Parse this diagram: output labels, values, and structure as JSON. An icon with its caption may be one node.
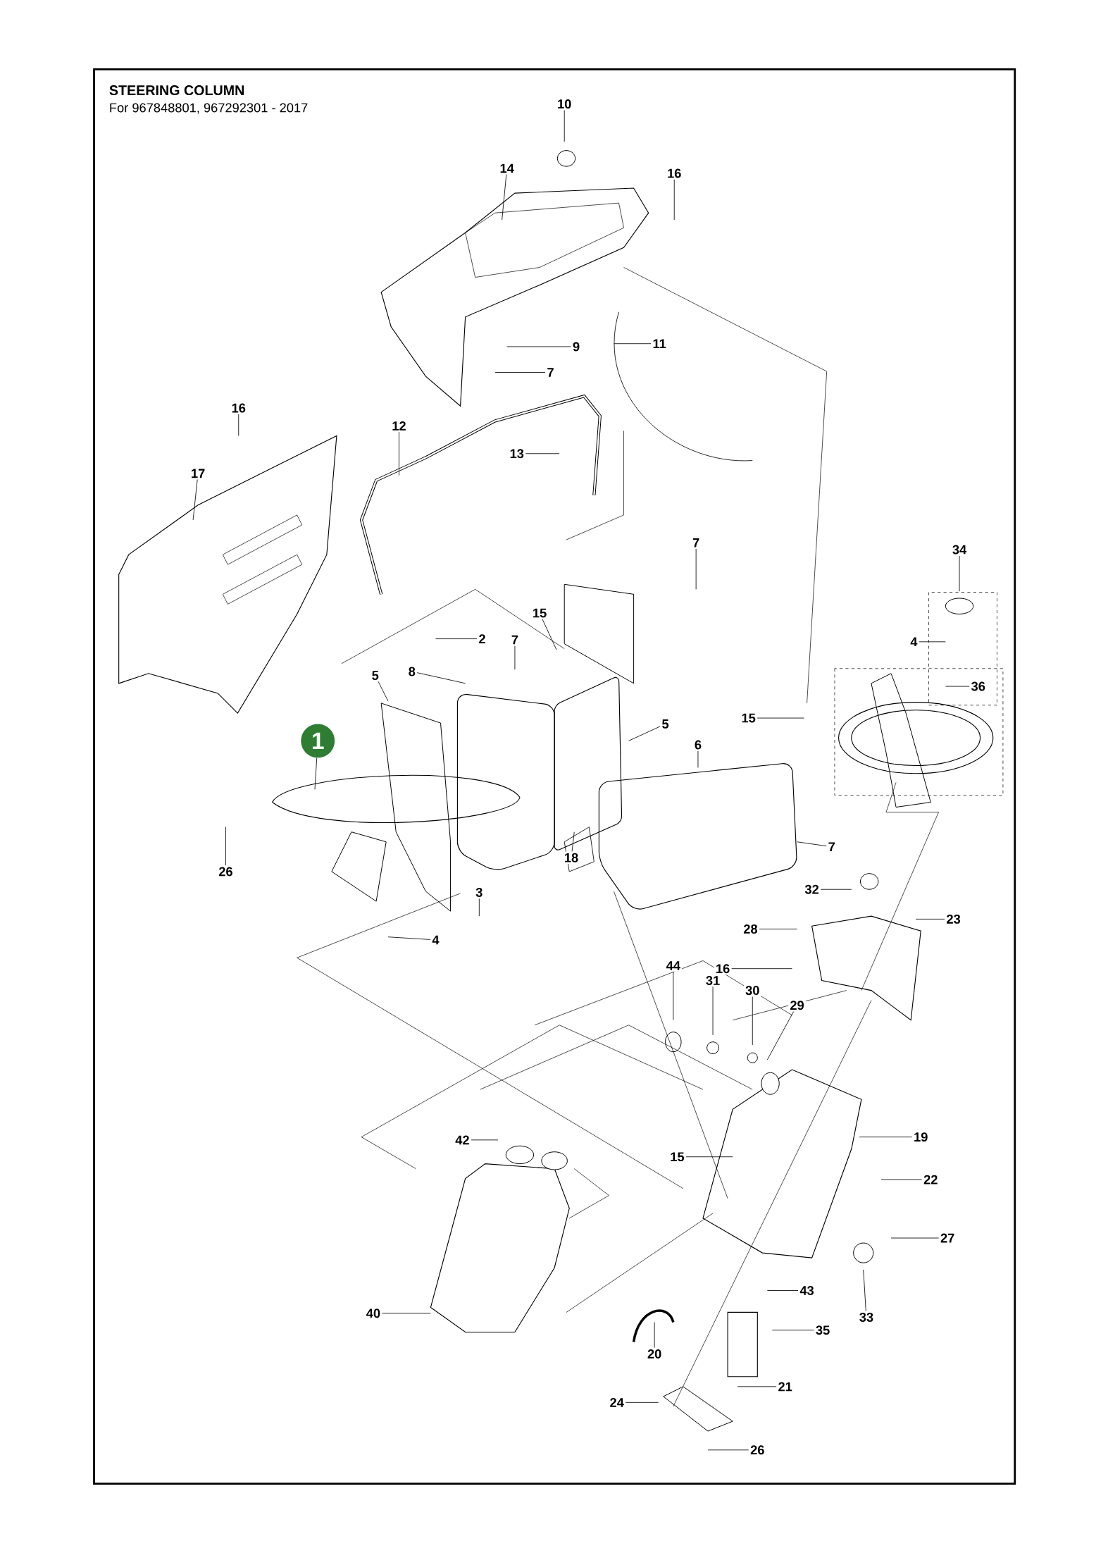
{
  "diagram": {
    "title": "STEERING COLUMN",
    "nodes": [
      {
        "text": [
          "10"
        ]
      },
      {
        "text": [
          "14"
        ]
      },
      {
        "text": [
          "16"
        ]
      },
      {
        "text": [
          "9"
        ]
      },
      {
        "text": [
          "11"
        ]
      },
      {
        "text": [
          "7"
        ]
      },
      {
        "text": [
          "16"
        ]
      },
      {
        "text": [
          "12"
        ]
      },
      {
        "text": [
          "13"
        ]
      },
      {
        "text": [
          "17"
        ]
      },
      {
        "text": [
          "7"
        ]
      },
      {
        "text": [
          "34"
        ]
      },
      {
        "text": [
          "15"
        ]
      },
      {
        "text": [
          "2"
        ]
      },
      {
        "text": [
          "7"
        ]
      },
      {
        "text": [
          "4"
        ]
      },
      {
        "text": [
          "5"
        ]
      },
      {
        "text": [
          "8"
        ]
      },
      {
        "text": [
          "36"
        ]
      },
      {
        "text": [
          "15"
        ]
      },
      {
        "text": [
          "5"
        ]
      },
      {
        "text": [
          "6"
        ]
      },
      {
        "text": [
          "1"
        ]
      },
      {
        "text": [
          "7"
        ]
      },
      {
        "text": [
          "26"
        ]
      },
      {
        "text": [
          "18"
        ]
      },
      {
        "text": [
          "32"
        ]
      },
      {
        "text": [
          "3"
        ]
      },
      {
        "text": [
          "23"
        ]
      },
      {
        "text": [
          "28"
        ]
      },
      {
        "text": [
          "4"
        ]
      },
      {
        "text": [
          "16"
        ]
      },
      {
        "text": [
          "44"
        ]
      },
      {
        "text": [
          "31"
        ]
      },
      {
        "text": [
          "30"
        ]
      },
      {
        "text": [
          "29"
        ]
      },
      {
        "text": [
          "42"
        ]
      },
      {
        "text": [
          "19"
        ]
      },
      {
        "text": [
          "15"
        ]
      },
      {
        "text": [
          "22"
        ]
      },
      {
        "text": [
          "27"
        ]
      },
      {
        "text": [
          "43"
        ]
      },
      {
        "text": [
          "33"
        ]
      },
      {
        "text": [
          "40"
        ]
      },
      {
        "text": [
          "35"
        ]
      },
      {
        "text": [
          "20"
        ]
      },
      {
        "text": [
          "21"
        ]
      },
      {
        "text": [
          "24"
        ]
      },
      {
        "text": [
          "26"
        ]
      }
    ],
    "edges": [
      {
        "from": 0,
        "to": null,
        "arrow": "none"
      },
      {
        "from": 1,
        "to": null,
        "arrow": "none"
      },
      {
        "from": 2,
        "to": null,
        "arrow": "none"
      },
      {
        "from": 3,
        "to": null,
        "arrow": "none"
      },
      {
        "from": 4,
        "to": null,
        "arrow": "none"
      },
      {
        "from": 5,
        "to": null,
        "arrow": "none"
      },
      {
        "from": 6,
        "to": null,
        "arrow": "none"
      },
      {
        "from": 7,
        "to": null,
        "arrow": "none"
      },
      {
        "from": 8,
        "to": null,
        "arrow": "none"
      },
      {
        "from": 9,
        "to": null,
        "arrow": "none"
      },
      {
        "from": 10,
        "to": null,
        "arrow": "none"
      },
      {
        "from": 11,
        "to": null,
        "arrow": "none"
      },
      {
        "from": 12,
        "to": null,
        "arrow": "none"
      },
      {
        "from": 13,
        "to": null,
        "arrow": "none"
      },
      {
        "from": 14,
        "to": null,
        "arrow": "none"
      },
      {
        "from": 15,
        "to": null,
        "arrow": "none"
      },
      {
        "from": 16,
        "to": null,
        "arrow": "none"
      },
      {
        "from": 17,
        "to": null,
        "arrow": "none"
      },
      {
        "from": 18,
        "to": null,
        "arrow": "none"
      },
      {
        "from": 19,
        "to": null,
        "arrow": "none"
      },
      {
        "from": 20,
        "to": null,
        "arrow": "none"
      },
      {
        "from": 21,
        "to": null,
        "arrow": "none"
      },
      {
        "from": 22,
        "to": null,
        "arrow": "none"
      },
      {
        "from": 23,
        "to": null,
        "arrow": "none"
      },
      {
        "from": 24,
        "to": null,
        "arrow": "none"
      },
      {
        "from": 25,
        "to": null,
        "arrow": "none"
      },
      {
        "from": 26,
        "to": null,
        "arrow": "none"
      },
      {
        "from": 27,
        "to": null,
        "arrow": "none"
      },
      {
        "from": 28,
        "to": null,
        "arrow": "none"
      },
      {
        "from": 29,
        "to": null,
        "arrow": "none"
      },
      {
        "from": 30,
        "to": null,
        "arrow": "none"
      },
      {
        "from": 31,
        "to": null,
        "arrow": "none"
      },
      {
        "from": 32,
        "to": null,
        "arrow": "none"
      },
      {
        "from": 33,
        "to": null,
        "arrow": "none"
      },
      {
        "from": 34,
        "to": null,
        "arrow": "none"
      },
      {
        "from": 35,
        "to": null,
        "arrow": "none"
      },
      {
        "from": 36,
        "to": null,
        "arrow": "none"
      },
      {
        "from": 37,
        "to": null,
        "arrow": "none"
      },
      {
        "from": 38,
        "to": null,
        "arrow": "none"
      },
      {
        "from": 39,
        "to": null,
        "arrow": "none"
      },
      {
        "from": 40,
        "to": null,
        "arrow": "none"
      },
      {
        "from": 41,
        "to": null,
        "arrow": "none"
      },
      {
        "from": 42,
        "to": null,
        "arrow": "none"
      },
      {
        "from": 43,
        "to": null,
        "arrow": "none"
      },
      {
        "from": 44,
        "to": null,
        "arrow": "none"
      },
      {
        "from": 45,
        "to": null,
        "arrow": "none"
      },
      {
        "from": 46,
        "to": null,
        "arrow": "none"
      },
      {
        "from": 47,
        "to": null,
        "arrow": "none"
      },
      {
        "from": 48,
        "to": null,
        "arrow": "none"
      }
    ],
    "labels": [
      "For 967848801, 967292301 - 2017"
    ]
  }
}
